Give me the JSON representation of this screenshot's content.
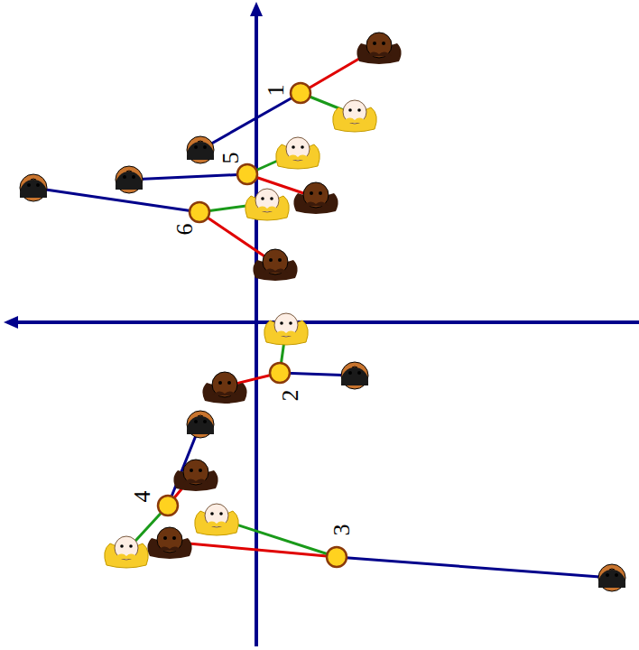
{
  "diagram": {
    "labels": [
      "1",
      "5",
      "6",
      "2",
      "4",
      "3"
    ]
  }
}
